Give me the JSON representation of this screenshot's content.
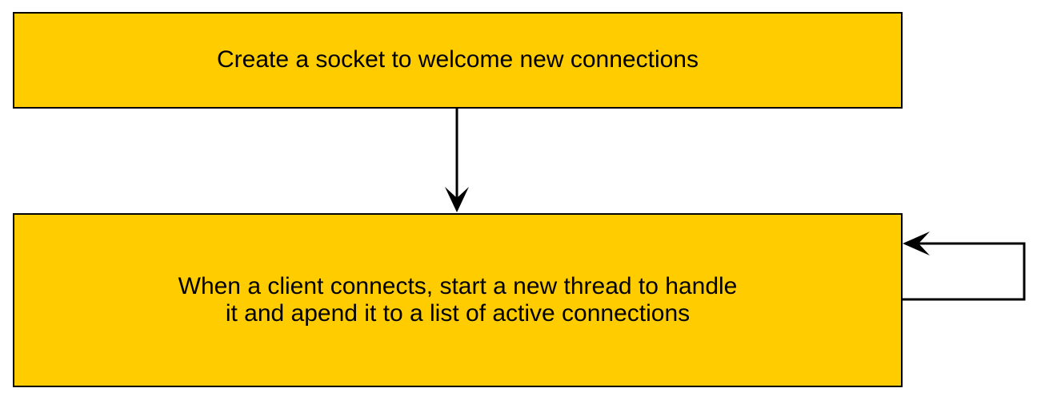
{
  "colors": {
    "node_fill": "#FFCC00",
    "stroke": "#000000"
  },
  "nodes": [
    {
      "lines": [
        "Create a socket to welcome new connections"
      ]
    },
    {
      "lines": [
        "When a client connects, start a new thread to handle",
        "it and apend it to a list of active connections"
      ]
    }
  ]
}
